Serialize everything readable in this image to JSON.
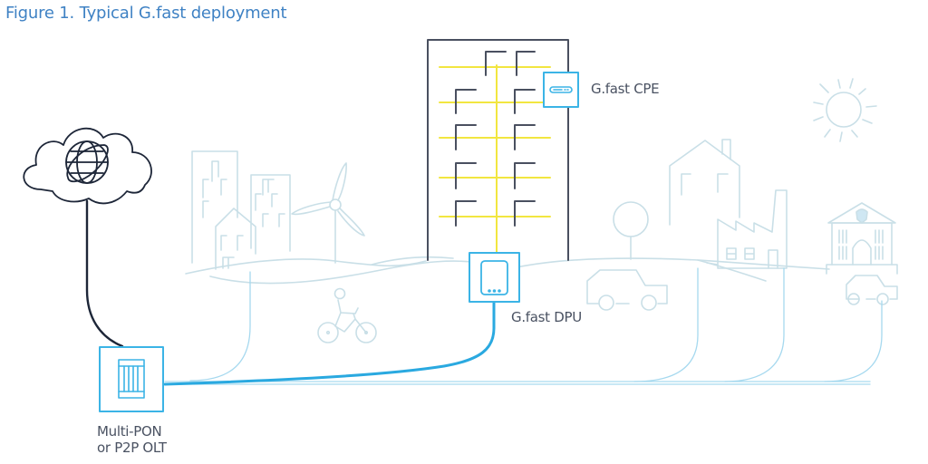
{
  "figure": {
    "title": "Figure 1. Typical G.fast deployment"
  },
  "labels": {
    "cpe": "G.fast CPE",
    "dpu": "G.fast DPU",
    "olt_line1": "Multi-PON",
    "olt_line2": "or P2P OLT"
  },
  "nodes": [
    {
      "id": "internet-cloud",
      "icon": "cloud-globe-icon"
    },
    {
      "id": "olt",
      "icon": "olt-rack-icon",
      "label": "Multi-PON or P2P OLT"
    },
    {
      "id": "dpu",
      "icon": "dpu-device-icon",
      "label": "G.fast DPU"
    },
    {
      "id": "cpe",
      "icon": "modem-icon",
      "label": "G.fast CPE"
    }
  ],
  "links": [
    {
      "from": "internet-cloud",
      "to": "olt",
      "type": "backhaul"
    },
    {
      "from": "olt",
      "to": "dpu",
      "type": "fiber-highlight"
    },
    {
      "from": "dpu",
      "to": "cpe",
      "type": "in-building-copper"
    },
    {
      "from": "olt",
      "to": "background-sites",
      "type": "fiber"
    }
  ],
  "scene": [
    "office-buildings",
    "wind-turbine",
    "cyclist",
    "apartment-tower",
    "tree",
    "car",
    "house",
    "factory",
    "sun",
    "civic-building",
    "car"
  ],
  "colors": {
    "title": "#3f82c4",
    "device_stroke": "#3bb4e6",
    "fiber_highlight": "#2aa9e0",
    "fiber_light": "#9fd6ef",
    "copper": "#f2e640",
    "dark_line": "#1d2638",
    "building_stroke": "#4a5060",
    "scenery": "#c7dde6",
    "label_text": "#4a5262"
  }
}
